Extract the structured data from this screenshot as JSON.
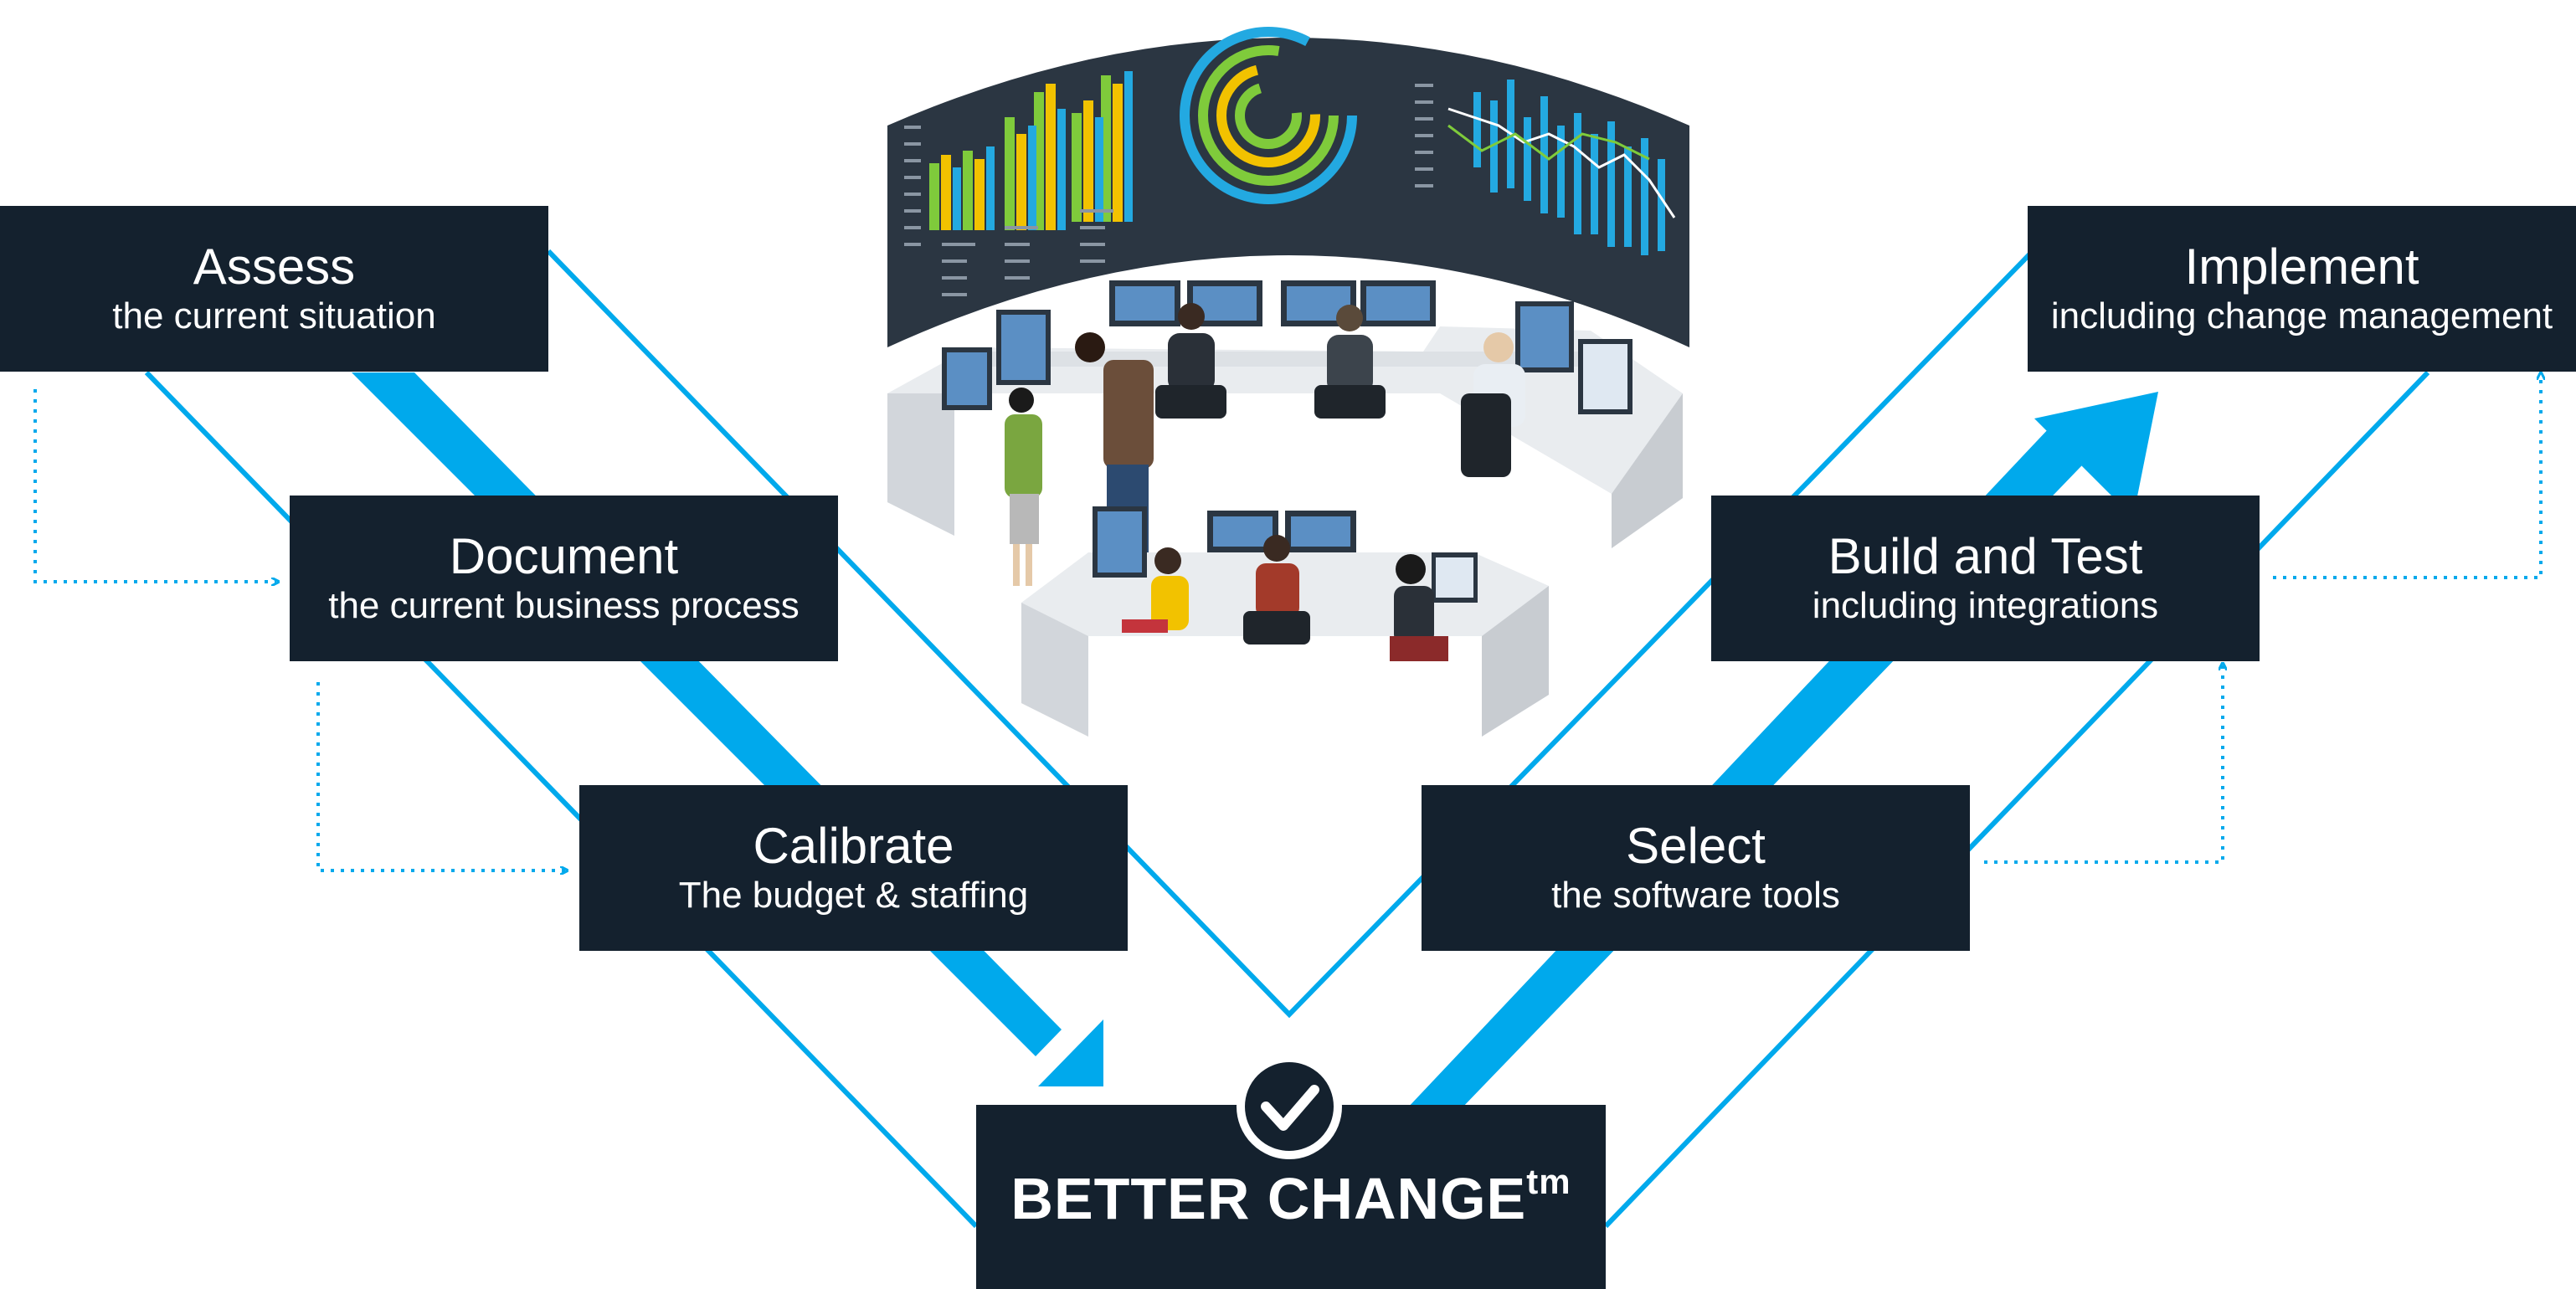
{
  "steps": {
    "assess": {
      "title": "Assess",
      "subtitle": "the current situation"
    },
    "document": {
      "title": "Document",
      "subtitle": "the current business process"
    },
    "calibrate": {
      "title": "Calibrate",
      "subtitle": "The budget & staffing"
    },
    "select": {
      "title": "Select",
      "subtitle": "the software tools"
    },
    "build": {
      "title": "Build and Test",
      "subtitle": "including integrations"
    },
    "implement": {
      "title": "Implement",
      "subtitle": "including change management"
    }
  },
  "final": {
    "title": "BETTER CHANGE",
    "superscript": "tm"
  },
  "colors": {
    "accent": "#00a9ec",
    "box": "#14212e",
    "screen": "#2b3642"
  }
}
